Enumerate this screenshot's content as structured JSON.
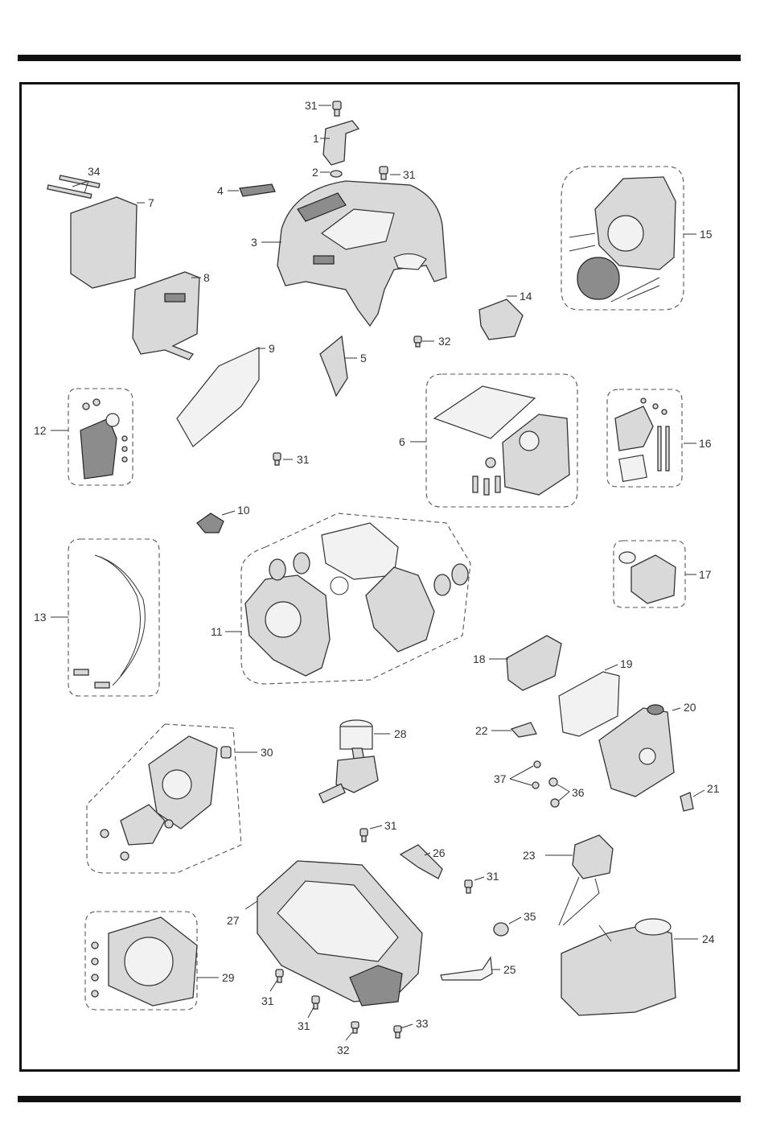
{
  "diagram": {
    "type": "exploded-parts-view",
    "callouts": {
      "p1": "1",
      "p2": "2",
      "p3": "3",
      "p4": "4",
      "p5": "5",
      "p6": "6",
      "p7": "7",
      "p8": "8",
      "p9": "9",
      "p10": "10",
      "p11": "11",
      "p12": "12",
      "p13": "13",
      "p14": "14",
      "p15": "15",
      "p16": "16",
      "p17": "17",
      "p18": "18",
      "p19": "19",
      "p20": "20",
      "p21": "21",
      "p22": "22",
      "p23": "23",
      "p24": "24",
      "p25": "25",
      "p26": "26",
      "p27": "27",
      "p28": "28",
      "p29": "29",
      "p30": "30",
      "p31a": "31",
      "p31b": "31",
      "p31c": "31",
      "p31d": "31",
      "p31e": "31",
      "p31f": "31",
      "p31g": "31",
      "p32a": "32",
      "p32b": "32",
      "p33": "33",
      "p34": "34",
      "p35": "35",
      "p36": "36",
      "p37": "37"
    },
    "colors": {
      "ink": "#111111",
      "part": "#d9d9d9",
      "part_dark": "#8c8c8c"
    }
  }
}
